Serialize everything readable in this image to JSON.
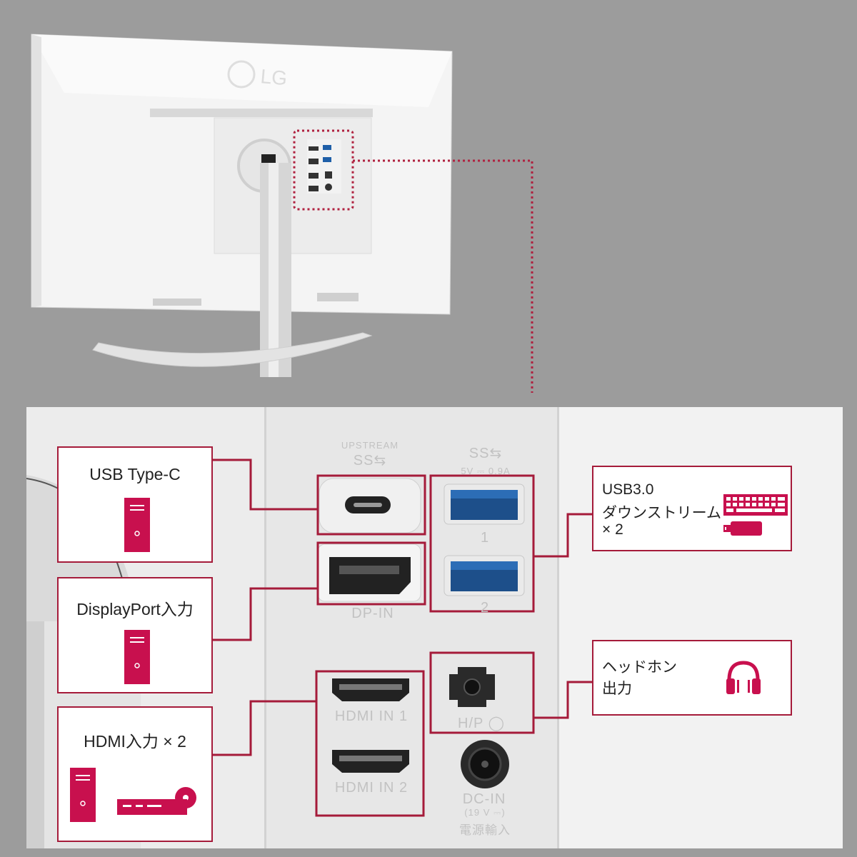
{
  "brand": "LG",
  "callouts": {
    "usb_c": {
      "title": "USB Type-C",
      "icon": "pc-tower-icon"
    },
    "displayport": {
      "title": "DisplayPort入力",
      "icon": "pc-tower-icon"
    },
    "hdmi": {
      "title": "HDMI入力 × 2",
      "icons": [
        "pc-tower-icon",
        "disc-player-icon"
      ]
    },
    "usb3": {
      "line1": "USB3.0",
      "line2": "ダウンストリーム",
      "line3": "× 2",
      "icons": [
        "keyboard-icon",
        "usb-stick-icon"
      ]
    },
    "headphone": {
      "line1": "ヘッドホン",
      "line2": "出力",
      "icon": "headphones-icon"
    }
  },
  "port_labels": {
    "upstream": "UPSTREAM",
    "upstream_ss": "SS⇆",
    "downstream_ss": "SS⇆",
    "usb_power": "5V ⎓ 0.9A",
    "usb1": "1",
    "usb2": "2",
    "dp_in": "DP-IN",
    "hdmi1": "HDMI IN 1",
    "hdmi2": "HDMI IN 2",
    "hp": "H/P ◯",
    "dc_in": "DC-IN",
    "dc_spec": "(19 V ⎓)",
    "dc_jp": "電源輸入"
  },
  "colors": {
    "accent": "#a51b3a",
    "icon": "#c8104e",
    "background": "#9c9c9c"
  }
}
